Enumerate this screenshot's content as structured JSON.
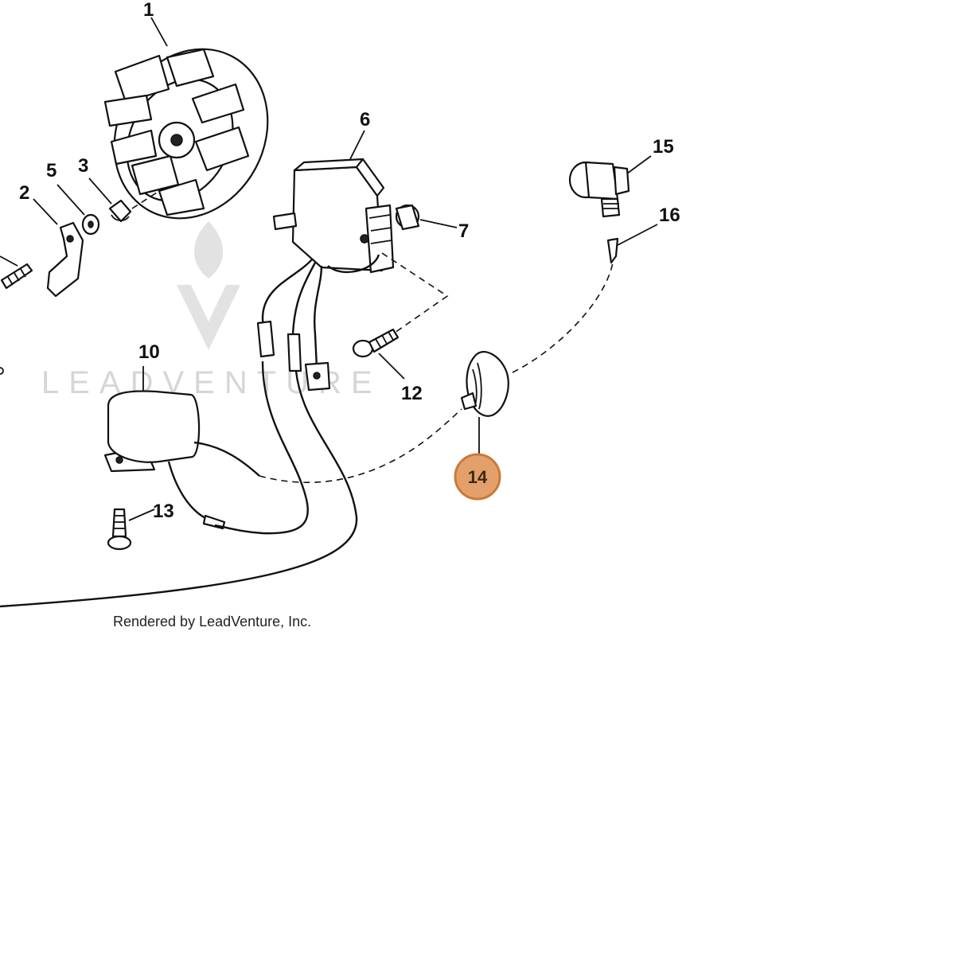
{
  "diagram": {
    "callouts": [
      "1",
      "2",
      "3",
      "5",
      "6",
      "7",
      "10",
      "12",
      "13",
      "15",
      "16"
    ],
    "highlighted_callout": "14",
    "highlight_color": "#e3a06a",
    "highlight_border": "#c97a3a",
    "watermark": "LEADVENTURE",
    "credit": "Rendered by LeadVenture, Inc."
  }
}
